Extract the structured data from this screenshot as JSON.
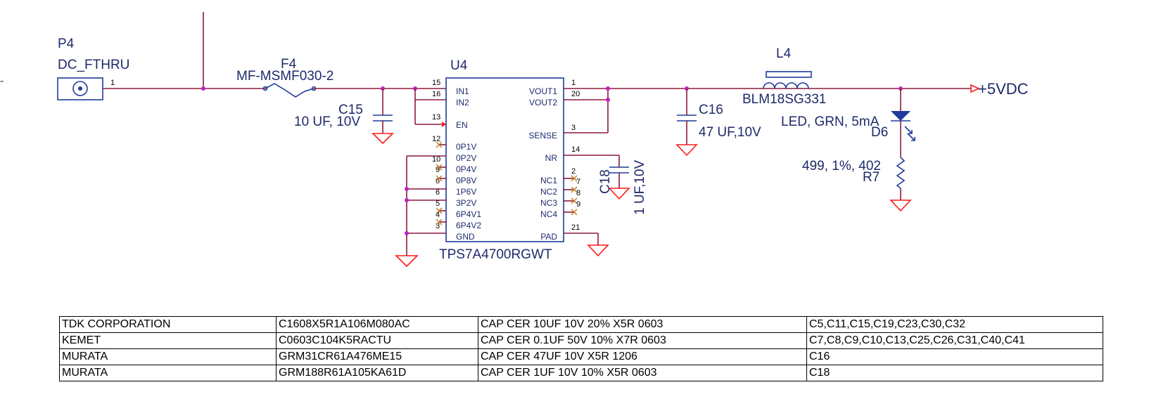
{
  "components": {
    "p4": {
      "ref": "P4",
      "value": "DC_FTHRU",
      "pin": "1"
    },
    "f4": {
      "ref": "F4",
      "value": "MF-MSMF030-2"
    },
    "c15": {
      "ref": "C15",
      "value": "10 UF, 10V"
    },
    "u4": {
      "ref": "U4",
      "value": "TPS7A4700RGWT",
      "left_pins": [
        {
          "name": "IN1",
          "num": "15"
        },
        {
          "name": "IN2",
          "num": "16"
        },
        {
          "name": "EN",
          "num": "13"
        },
        {
          "name": "0P1V",
          "num": "12"
        },
        {
          "name": "0P2V",
          "num": "10"
        },
        {
          "name": "0P4V",
          "num": "9"
        },
        {
          "name": "0P8V",
          "num": "6"
        },
        {
          "name": "1P6V",
          "num": "6"
        },
        {
          "name": "3P2V",
          "num": "5"
        },
        {
          "name": "6P4V1",
          "num": "4"
        },
        {
          "name": "6P4V2",
          "num": "3"
        },
        {
          "name": "GND",
          "num": ""
        }
      ],
      "right_pins": [
        {
          "name": "VOUT1",
          "num": "1"
        },
        {
          "name": "VOUT2",
          "num": "20"
        },
        {
          "name": "SENSE",
          "num": "3"
        },
        {
          "name": "NR",
          "num": "14"
        },
        {
          "name": "NC1",
          "num": "2"
        },
        {
          "name": "NC2",
          "num": "7"
        },
        {
          "name": "NC3",
          "num": "8"
        },
        {
          "name": "NC4",
          "num": "9"
        },
        {
          "name": "PAD",
          "num": "21"
        }
      ]
    },
    "c18": {
      "ref": "C18",
      "value": "1 UF,10V"
    },
    "c16": {
      "ref": "C16",
      "value": "47 UF,10V"
    },
    "l4": {
      "ref": "L4",
      "value": "BLM18SG331"
    },
    "d6": {
      "ref": "D6",
      "value": "LED, GRN, 5mA"
    },
    "r7": {
      "ref": "R7",
      "value": "499, 1%, 402"
    },
    "net_out": "+5VDC",
    "left_dash": "-"
  },
  "bom": {
    "rows": [
      [
        "TDK CORPORATION",
        "C1608X5R1A106M080AC",
        "CAP CER 10UF 10V 20% X5R 0603",
        "C5,C11,C15,C19,C23,C30,C32"
      ],
      [
        "KEMET",
        "C0603C104K5RACTU",
        "CAP CER 0.1UF 50V 10% X7R 0603",
        "C7,C8,C9,C10,C13,C25,C26,C31,C40,C41"
      ],
      [
        "MURATA",
        "GRM31CR61A476ME15",
        "CAP CER 47UF 10V X5R 1206",
        "C16"
      ],
      [
        "MURATA",
        "GRM188R61A105KA61D",
        "CAP CER 1UF 10V 10% X5R 0603",
        "C18"
      ]
    ]
  },
  "colors": {
    "wire": "#8b1a3a",
    "part": "#1f3a9a",
    "ground": "#ff1a1a",
    "junction": "#c21fc2"
  }
}
